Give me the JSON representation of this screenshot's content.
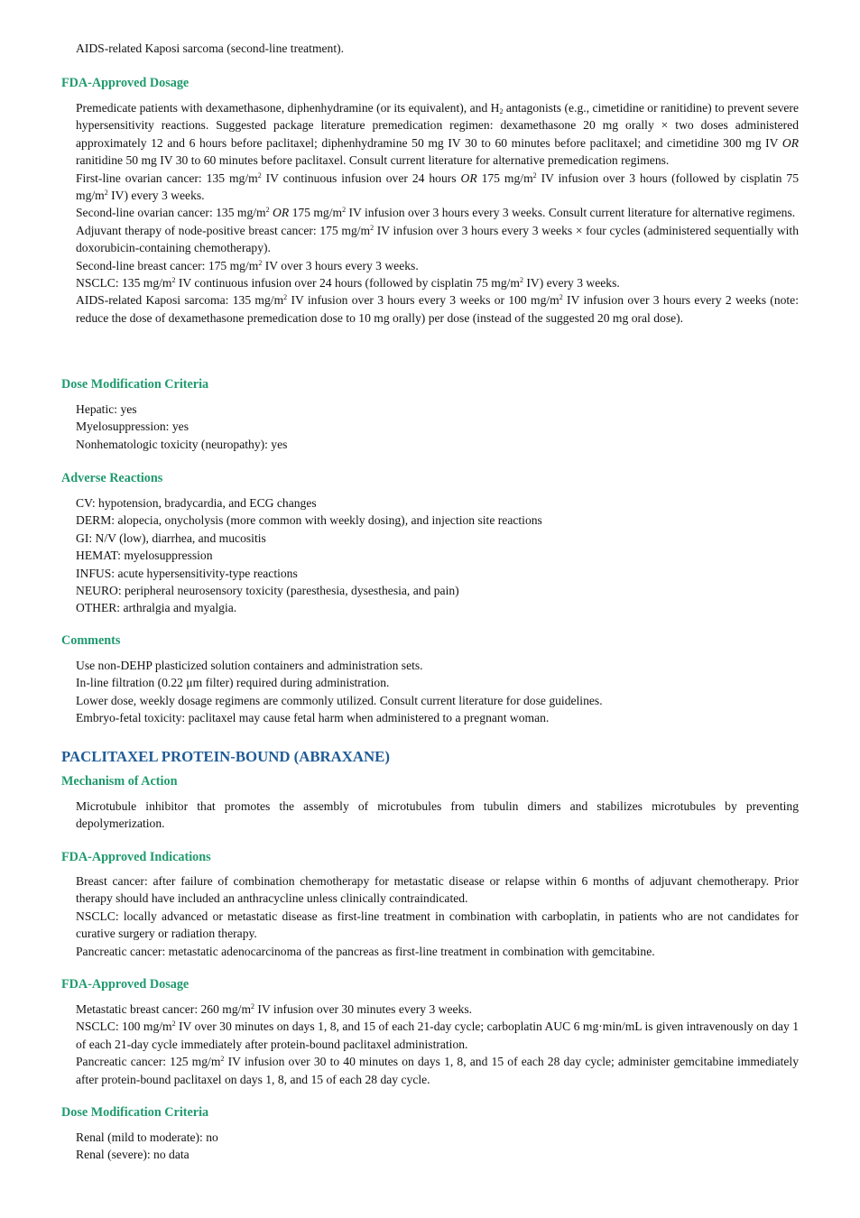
{
  "top_line": "AIDS-related Kaposi sarcoma (second-line treatment).",
  "paclitaxel": {
    "dosage": {
      "heading": "FDA-Approved Dosage",
      "premed_a": "Premedicate patients with dexamethasone, diphenhydramine (or its equivalent), and H",
      "premed_sub": "2",
      "premed_b": " antagonists (e.g., cimetidine or ranitidine) to prevent severe hypersensitivity reactions. Suggested package literature premedication regimen: dexamethasone 20 mg orally × two doses administered approximately 12 and 6 hours before paclitaxel; diphenhydramine 50 mg IV 30 to 60 minutes before paclitaxel; and cimetidine 300 mg IV ",
      "premed_or": "OR",
      "premed_c": " ranitidine 50 mg IV 30 to 60 minutes before paclitaxel. Consult current literature for alternative premedication regimens.",
      "ovarian1_a": "First-line ovarian cancer: 135 mg/m",
      "ovarian1_b": " IV continuous infusion over 24 hours ",
      "ovarian1_or": "OR",
      "ovarian1_c": " 175 mg/m",
      "ovarian1_d": " IV infusion over 3 hours (followed by cisplatin 75 mg/m",
      "ovarian1_e": " IV) every 3 weeks.",
      "ovarian2_a": "Second-line ovarian cancer: 135 mg/m",
      "ovarian2_or": "OR",
      "ovarian2_b": " 175 mg/m",
      "ovarian2_c": " IV infusion over 3 hours every 3 weeks. Consult current literature for alternative regimens.",
      "adjuvant_a": "Adjuvant therapy of node-positive breast cancer: 175 mg/m",
      "adjuvant_b": " IV infusion over 3 hours every 3 weeks × four cycles (administered sequentially with doxorubicin-containing chemotherapy).",
      "breast2_a": "Second-line breast cancer: 175 mg/m",
      "breast2_b": " IV over 3 hours every 3 weeks.",
      "nsclc_a": "NSCLC: 135 mg/m",
      "nsclc_b": " IV continuous infusion over 24 hours (followed by cisplatin 75 mg/m",
      "nsclc_c": " IV) every 3 weeks.",
      "kaposi_a": "AIDS-related Kaposi sarcoma: 135 mg/m",
      "kaposi_b": " IV infusion over 3 hours every 3 weeks or 100 mg/m",
      "kaposi_c": " IV infusion over 3 hours every 2 weeks (note: reduce the dose of dexamethasone premedication dose to 10 mg orally) per dose (instead of the suggested 20 mg oral dose).",
      "sup2": "2"
    },
    "dose_mod": {
      "heading": "Dose Modification Criteria",
      "items": [
        "Hepatic: yes",
        "Myelosuppression: yes",
        "Nonhematologic toxicity (neuropathy): yes"
      ]
    },
    "adverse": {
      "heading": "Adverse Reactions",
      "items": [
        "CV: hypotension, bradycardia, and ECG changes",
        "DERM: alopecia, onycholysis (more common with weekly dosing), and injection site reactions",
        "GI: N/V (low), diarrhea, and mucositis",
        "HEMAT: myelosuppression",
        "INFUS: acute hypersensitivity-type reactions",
        "NEURO: peripheral neurosensory toxicity (paresthesia, dysesthesia, and pain)",
        "OTHER: arthralgia and myalgia."
      ]
    },
    "comments": {
      "heading": "Comments",
      "items": [
        "Use non-DEHP plasticized solution containers and administration sets.",
        "In-line filtration (0.22 μm filter) required during administration.",
        "Lower dose, weekly dosage regimens are commonly utilized. Consult current literature for dose guidelines.",
        "Embryo-fetal toxicity: paclitaxel may cause fetal harm when administered to a pregnant woman."
      ]
    }
  },
  "abraxane": {
    "title": "PACLITAXEL PROTEIN-BOUND (ABRAXANE)",
    "mechanism": {
      "heading": "Mechanism of Action",
      "text": "Microtubule inhibitor that promotes the assembly of microtubules from tubulin dimers and stabilizes microtubules by preventing depolymerization."
    },
    "indications": {
      "heading": "FDA-Approved Indications",
      "items": [
        "Breast cancer: after failure of combination chemotherapy for metastatic disease or relapse within 6 months of adjuvant chemotherapy. Prior therapy should have included an anthracycline unless clinically contraindicated.",
        "NSCLC: locally advanced or metastatic disease as first-line treatment in combination with carboplatin, in patients who are not candidates for curative surgery or radiation therapy.",
        "Pancreatic cancer: metastatic adenocarcinoma of the pancreas as first-line treatment in combination with gemcitabine."
      ]
    },
    "dosage": {
      "heading": "FDA-Approved Dosage",
      "breast_a": "Metastatic breast cancer: 260 mg/m",
      "breast_b": " IV infusion over 30 minutes every 3 weeks.",
      "nsclc_a": "NSCLC: 100 mg/m",
      "nsclc_b": " IV over 30 minutes on days 1, 8, and 15 of each 21-day cycle; carboplatin AUC 6 mg·min/mL is given intravenously on day 1 of each 21-day cycle immediately after protein-bound paclitaxel administration.",
      "panc_a": "Pancreatic cancer: 125 mg/m",
      "panc_b": " IV infusion over 30 to 40 minutes on days 1, 8, and 15 of each 28 day cycle; administer gemcitabine immediately after protein-bound paclitaxel on days 1, 8, and 15 of each 28 day cycle.",
      "sup2": "2"
    },
    "dose_mod": {
      "heading": "Dose Modification Criteria",
      "items": [
        "Renal (mild to moderate): no",
        "Renal (severe): no data"
      ]
    }
  }
}
